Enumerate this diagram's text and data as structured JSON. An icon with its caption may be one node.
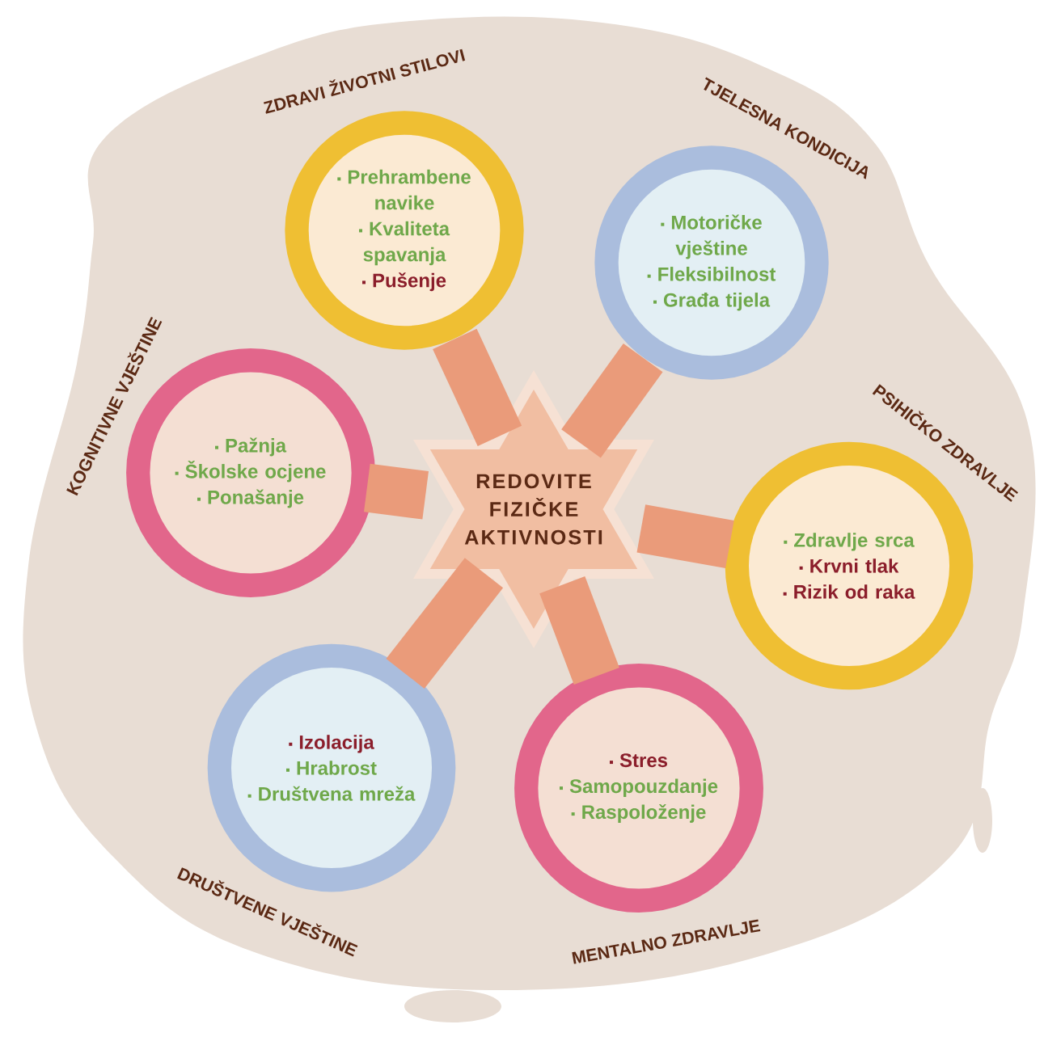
{
  "diagram": {
    "nodes": [
      {
        "text": [
          "REDOVITE FIZIČKE AKTIVNOSTI"
        ]
      },
      {
        "text": [
          "ZDRAVI ŽIVOTNI STILOVI",
          "Prehrambene navike",
          "Kvaliteta spavanja",
          "Pušenje"
        ]
      },
      {
        "text": [
          "TJELESNA KONDICIJA",
          "Motoričke vještine",
          "Fleksibilnost",
          "Građa tijela"
        ]
      },
      {
        "text": [
          "KOGNITIVNE VJEŠTINE",
          "Pažnja",
          "Školske ocjene",
          "Ponašanje"
        ]
      },
      {
        "text": [
          "PSIHIČKO ZDRAVLJE",
          "Zdravlje srca",
          "Krvni tlak",
          "Rizik od raka"
        ]
      },
      {
        "text": [
          "DRUŠTVENE VJEŠTINE",
          "Izolacija",
          "Hrabrost",
          "Društvena mreža"
        ]
      },
      {
        "text": [
          "MENTALNO ZDRAVLJE",
          "Stres",
          "Samopouzdanje",
          "Raspoloženje"
        ]
      }
    ],
    "edges": [
      {
        "from": 0,
        "to": 1,
        "arrow": "none"
      },
      {
        "from": 0,
        "to": 2,
        "arrow": "none"
      },
      {
        "from": 0,
        "to": 3,
        "arrow": "none"
      },
      {
        "from": 0,
        "to": 4,
        "arrow": "none"
      },
      {
        "from": 0,
        "to": 5,
        "arrow": "none"
      },
      {
        "from": 0,
        "to": 6,
        "arrow": "none"
      }
    ]
  }
}
